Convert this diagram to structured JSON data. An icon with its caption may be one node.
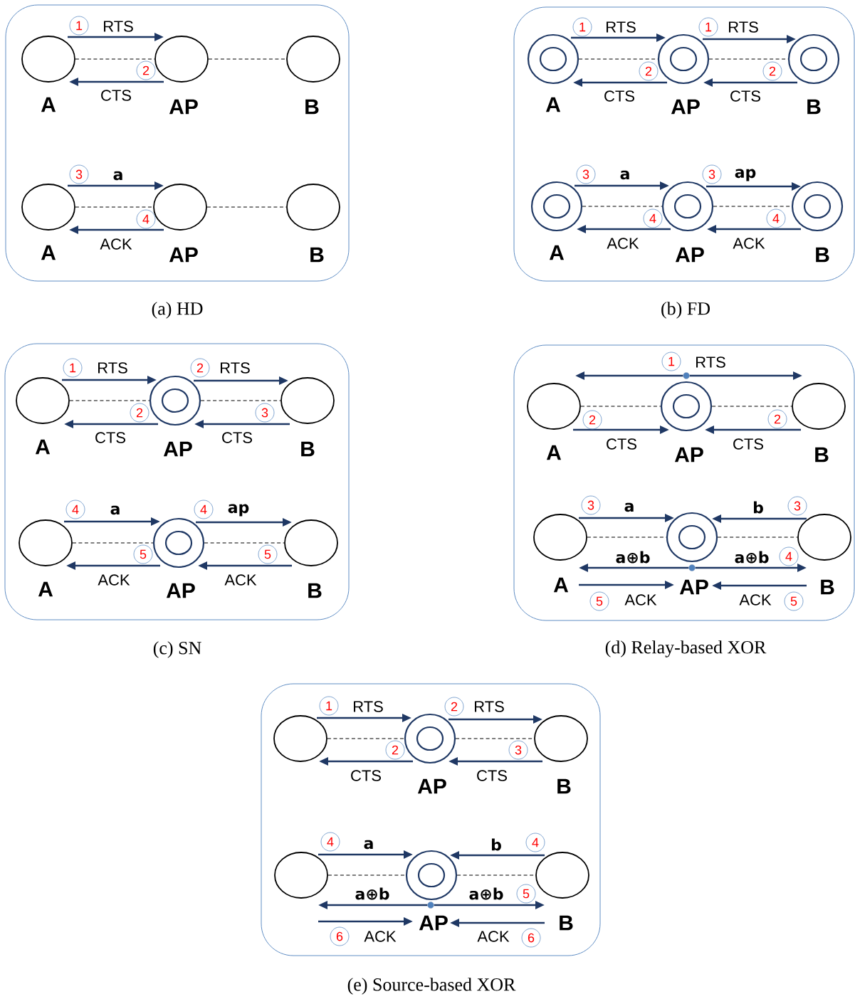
{
  "diagram": {
    "nodes": [
      {
        "text": [],
        "shape": "box",
        "beside": [
          "(a) HD"
        ]
      },
      {
        "text": [
          "A"
        ],
        "in": 0
      },
      {
        "text": [
          "AP"
        ],
        "in": 0
      },
      {
        "text": [
          "B"
        ],
        "in": 0
      },
      {
        "text": [
          "A"
        ],
        "in": 0
      },
      {
        "text": [
          "AP"
        ],
        "in": 0
      },
      {
        "text": [
          "B"
        ],
        "in": 0
      },
      {
        "text": [],
        "shape": "box",
        "beside": [
          "(b) FD"
        ]
      },
      {
        "text": [
          "A"
        ],
        "in": 7
      },
      {
        "text": [
          "AP"
        ],
        "in": 7
      },
      {
        "text": [
          "B"
        ],
        "in": 7
      },
      {
        "text": [
          "A"
        ],
        "in": 7
      },
      {
        "text": [
          "AP"
        ],
        "in": 7
      },
      {
        "text": [
          "B"
        ],
        "in": 7
      },
      {
        "text": [],
        "shape": "box",
        "beside": [
          "(c) SN"
        ]
      },
      {
        "text": [
          "A"
        ],
        "in": 14
      },
      {
        "text": [
          "AP"
        ],
        "in": 14
      },
      {
        "text": [
          "B"
        ],
        "in": 14
      },
      {
        "text": [
          "A"
        ],
        "in": 14
      },
      {
        "text": [
          "AP"
        ],
        "in": 14
      },
      {
        "text": [
          "B"
        ],
        "in": 14
      },
      {
        "text": [],
        "shape": "box",
        "beside": [
          "(d) Relay-based XOR"
        ]
      },
      {
        "text": [
          "A"
        ],
        "in": 21
      },
      {
        "text": [
          "AP"
        ],
        "in": 21
      },
      {
        "text": [
          "B"
        ],
        "in": 21
      },
      {
        "text": [
          "A"
        ],
        "in": 21
      },
      {
        "text": [
          "AP"
        ],
        "in": 21
      },
      {
        "text": [
          "B"
        ],
        "in": 21
      },
      {
        "text": [],
        "shape": "box",
        "beside": [
          "(e) Source-based XOR"
        ]
      },
      {
        "text": [],
        "shape": "circle",
        "in": 28
      },
      {
        "text": [
          "AP"
        ],
        "in": 28
      },
      {
        "text": [
          "B"
        ],
        "in": 28
      },
      {
        "text": [],
        "shape": "circle",
        "in": 28
      },
      {
        "text": [
          "AP"
        ],
        "in": 28
      },
      {
        "text": [
          "B"
        ],
        "in": 28
      },
      {
        "text": [],
        "shape": "circle",
        "in": 21
      },
      {
        "text": [],
        "shape": "circle",
        "in": 21
      },
      {
        "text": [],
        "shape": "circle",
        "in": 28
      }
    ],
    "edges": [
      {
        "from": 1,
        "to": 2,
        "arrow": "to",
        "label": "RTS"
      },
      {
        "from": 2,
        "to": 1,
        "arrow": "to",
        "label": "CTS"
      },
      {
        "from": 1,
        "to": 2,
        "arrow": "none",
        "style": "dashed",
        "color": "#000000"
      },
      {
        "from": 2,
        "to": 3,
        "arrow": "none",
        "style": "dashed",
        "color": "#000000"
      },
      {
        "from": 4,
        "to": 5,
        "arrow": "to",
        "label": "a"
      },
      {
        "from": 5,
        "to": 4,
        "arrow": "to",
        "label": "ACK"
      },
      {
        "from": 4,
        "to": 5,
        "arrow": "none",
        "style": "dashed",
        "color": "#000000"
      },
      {
        "from": 5,
        "to": 6,
        "arrow": "none",
        "style": "dashed",
        "color": "#000000"
      },
      {
        "from": 8,
        "to": 9,
        "arrow": "to",
        "label": "RTS"
      },
      {
        "from": 9,
        "to": 10,
        "arrow": "to",
        "label": "RTS"
      },
      {
        "from": 9,
        "to": 8,
        "arrow": "to",
        "label": "CTS"
      },
      {
        "from": 10,
        "to": 9,
        "arrow": "to",
        "label": "CTS"
      },
      {
        "from": 8,
        "to": 9,
        "arrow": "none",
        "style": "dashed",
        "color": "#000000"
      },
      {
        "from": 9,
        "to": 10,
        "arrow": "none",
        "style": "dashed",
        "color": "#000000"
      },
      {
        "from": 11,
        "to": 12,
        "arrow": "to",
        "label": "a"
      },
      {
        "from": 12,
        "to": 13,
        "arrow": "to",
        "label": "ap"
      },
      {
        "from": 12,
        "to": 11,
        "arrow": "to",
        "label": "ACK"
      },
      {
        "from": 13,
        "to": 12,
        "arrow": "to",
        "label": "ACK"
      },
      {
        "from": 11,
        "to": 12,
        "arrow": "none",
        "style": "dashed",
        "color": "#000000"
      },
      {
        "from": 12,
        "to": 13,
        "arrow": "none",
        "style": "dashed",
        "color": "#000000"
      },
      {
        "from": 15,
        "to": 16,
        "arrow": "to",
        "label": "RTS"
      },
      {
        "from": 16,
        "to": 17,
        "arrow": "to",
        "label": "RTS"
      },
      {
        "from": 16,
        "to": 15,
        "arrow": "to",
        "label": "CTS"
      },
      {
        "from": 17,
        "to": 16,
        "arrow": "to",
        "label": "CTS"
      },
      {
        "from": 15,
        "to": 16,
        "arrow": "none",
        "style": "dashed",
        "color": "#000000"
      },
      {
        "from": 16,
        "to": 17,
        "arrow": "none",
        "style": "dashed",
        "color": "#000000"
      },
      {
        "from": 18,
        "to": 19,
        "arrow": "to",
        "label": "a"
      },
      {
        "from": 19,
        "to": 20,
        "arrow": "to",
        "label": "ap"
      },
      {
        "from": 19,
        "to": 18,
        "arrow": "to",
        "label": "ACK"
      },
      {
        "from": 20,
        "to": 19,
        "arrow": "to",
        "label": "ACK"
      },
      {
        "from": 18,
        "to": 19,
        "arrow": "none",
        "style": "dashed",
        "color": "#000000"
      },
      {
        "from": 19,
        "to": 20,
        "arrow": "none",
        "style": "dashed",
        "color": "#000000"
      },
      {
        "from": 35,
        "to": 22,
        "arrow": "to"
      },
      {
        "from": 35,
        "to": 24,
        "arrow": "to",
        "label": "RTS"
      },
      {
        "from": 22,
        "to": 23,
        "arrow": "to",
        "label": "CTS"
      },
      {
        "from": 24,
        "to": 23,
        "arrow": "to",
        "label": "CTS"
      },
      {
        "from": 22,
        "to": 23,
        "arrow": "none",
        "style": "dashed",
        "color": "#000000"
      },
      {
        "from": 23,
        "to": 24,
        "arrow": "none",
        "style": "dashed",
        "color": "#000000"
      },
      {
        "from": 25,
        "to": 26,
        "arrow": "to",
        "label": "a"
      },
      {
        "from": 27,
        "to": 26,
        "arrow": "to",
        "label": "b"
      },
      {
        "from": 25,
        "to": 26,
        "arrow": "none",
        "style": "dashed",
        "color": "#000000"
      },
      {
        "from": 26,
        "to": 27,
        "arrow": "none",
        "style": "dashed",
        "color": "#000000"
      },
      {
        "from": 36,
        "to": 25,
        "arrow": "to",
        "label": "a⊕b"
      },
      {
        "from": 36,
        "to": 27,
        "arrow": "to",
        "label": "a⊕b"
      },
      {
        "from": 25,
        "to": 26,
        "arrow": "to",
        "label": "ACK"
      },
      {
        "from": 27,
        "to": 26,
        "arrow": "to",
        "label": "ACK"
      },
      {
        "from": 29,
        "to": 30,
        "arrow": "to",
        "label": "RTS"
      },
      {
        "from": 30,
        "to": 31,
        "arrow": "to",
        "label": "RTS"
      },
      {
        "from": 30,
        "to": 29,
        "arrow": "to",
        "label": "CTS"
      },
      {
        "from": 31,
        "to": 30,
        "arrow": "to",
        "label": "CTS"
      },
      {
        "from": 29,
        "to": 30,
        "arrow": "none",
        "style": "dashed",
        "color": "#000000"
      },
      {
        "from": 30,
        "to": 31,
        "arrow": "none",
        "style": "dashed",
        "color": "#000000"
      },
      {
        "from": 32,
        "to": 33,
        "arrow": "to",
        "label": "a"
      },
      {
        "from": 34,
        "to": 33,
        "arrow": "to",
        "label": "b"
      },
      {
        "from": 32,
        "to": 33,
        "arrow": "none",
        "style": "dashed",
        "color": "#000000"
      },
      {
        "from": 33,
        "to": 34,
        "arrow": "none",
        "style": "dashed",
        "color": "#000000"
      },
      {
        "from": 37,
        "to": 32,
        "arrow": "to",
        "label": "a⊕b"
      },
      {
        "from": 37,
        "to": 34,
        "arrow": "to",
        "label": "a⊕b"
      },
      {
        "from": 32,
        "to": 33,
        "arrow": "to",
        "label": "ACK"
      },
      {
        "from": 34,
        "to": 33,
        "arrow": "to",
        "label": "ACK"
      }
    ],
    "labels": [
      "1",
      "2",
      "3",
      "4",
      "1",
      "1",
      "2",
      "2",
      "3",
      "3",
      "4",
      "4",
      "1",
      "2",
      "2",
      "3",
      "4",
      "4",
      "5",
      "5",
      "1",
      "2",
      "2",
      "3",
      "3",
      "4",
      "5",
      "5",
      "1",
      "2",
      "2",
      "3",
      "4",
      "4",
      "5",
      "6",
      "6"
    ]
  }
}
